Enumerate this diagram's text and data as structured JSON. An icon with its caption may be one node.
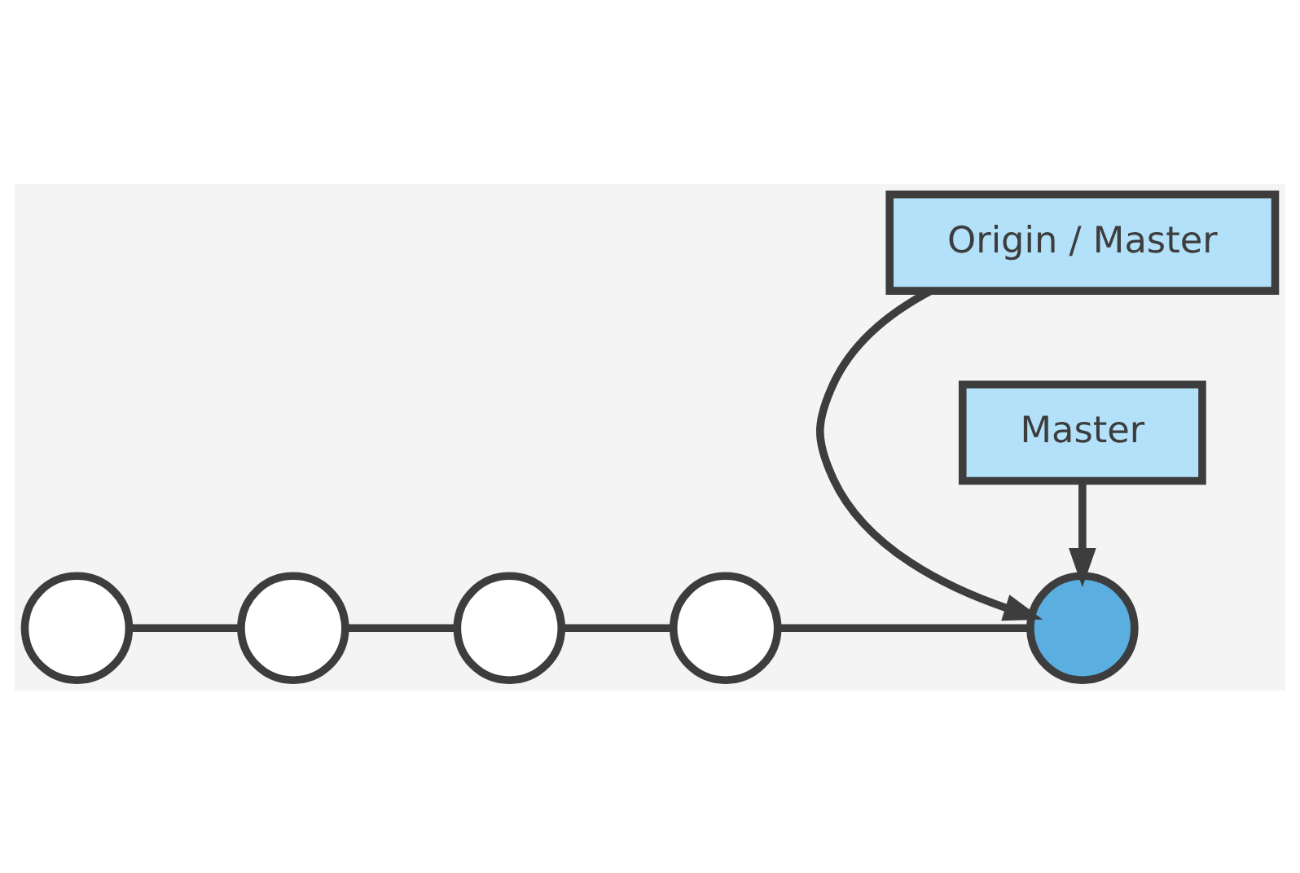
{
  "diagram": {
    "nodes": [
      {
        "text": [
          "Origin / Master"
        ]
      },
      {
        "text": [],
        "shape": "circle"
      },
      {
        "text": [],
        "shape": "circle"
      },
      {
        "text": [],
        "shape": "circle"
      },
      {
        "text": [],
        "shape": "circle"
      },
      {
        "text": [],
        "shape": "circle"
      },
      {
        "text": [
          "Master"
        ]
      }
    ],
    "edges": [
      {
        "from": 1,
        "to": 2,
        "arrow": "none"
      },
      {
        "from": 2,
        "to": 3,
        "arrow": "none"
      },
      {
        "from": 3,
        "to": 4,
        "arrow": "none"
      },
      {
        "from": 4,
        "to": 5,
        "arrow": "none"
      },
      {
        "from": 0,
        "to": 5,
        "arrow": "to"
      },
      {
        "from": 6,
        "to": 5,
        "arrow": "to"
      }
    ]
  }
}
